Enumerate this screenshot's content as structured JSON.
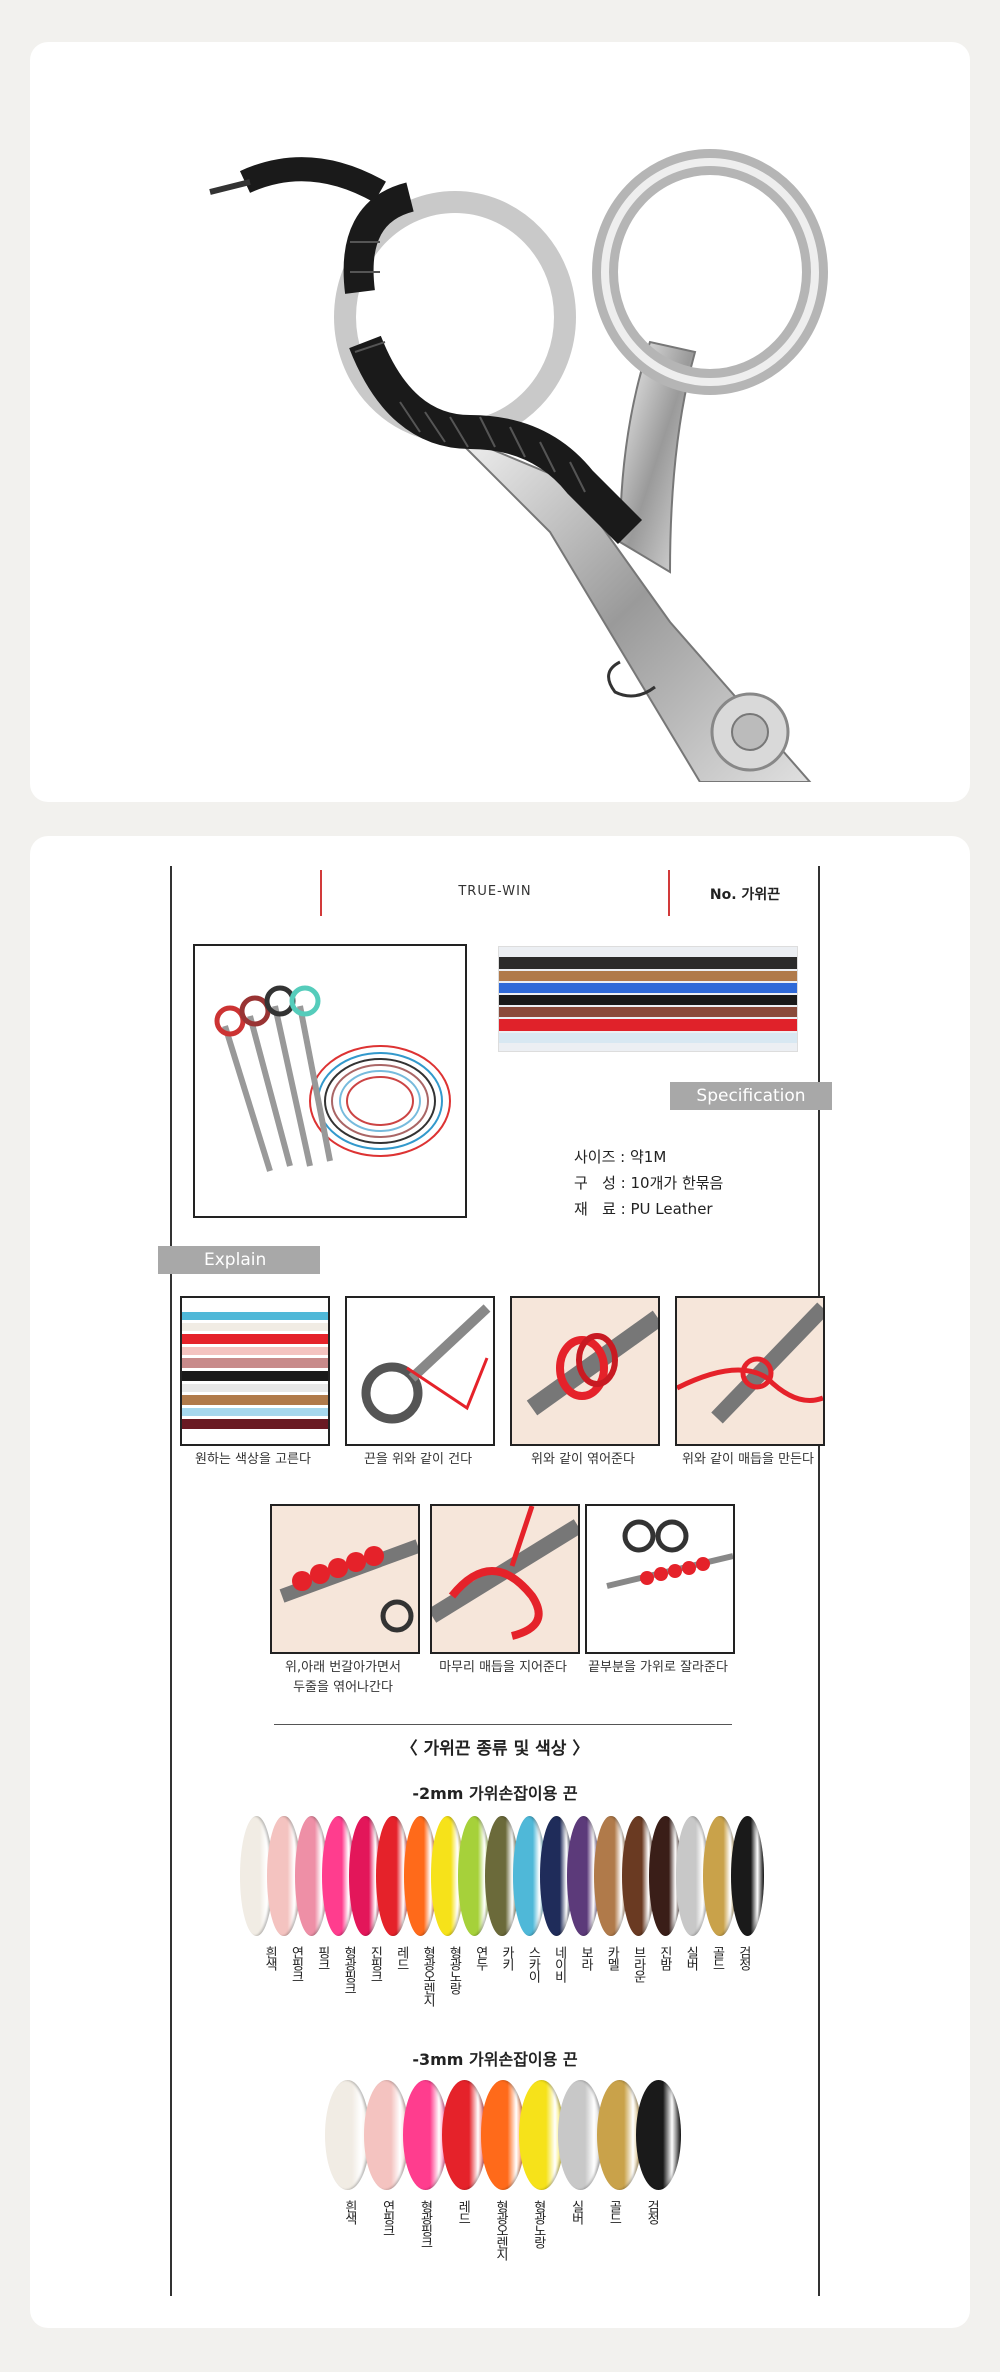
{
  "brand_header": "TRUE-WIN",
  "product_no": "No. 가위끈",
  "spec_label": "Specification",
  "spec": {
    "size": "사이즈 : 약1M",
    "composition": "구   성 : 10개가 한묶음",
    "material": "재   료 : PU Leather"
  },
  "explain_label": "Explain",
  "steps_row1": [
    "원하는 색상을 고른다",
    "끈을 위와 같이 건다",
    "위와 같이 엮어준다",
    "위와 같이 매듭을 만든다"
  ],
  "steps_row2": [
    {
      "line1": "위,아래 번갈아가면서",
      "line2": "두줄을 엮어나간다"
    },
    {
      "line1": "마무리 매듭을 지어준다",
      "line2": ""
    },
    {
      "line1": "끝부분을 가위로 잘라준다",
      "line2": ""
    }
  ],
  "types_title": "〈 가위끈 종류 및 색상 〉",
  "mm2_title": "-2mm 가위손잡이용 끈",
  "mm2_colors": [
    "흰색",
    "연핑크",
    "핑크",
    "형광핑크",
    "진핑크",
    "레드",
    "형광오렌지",
    "형광노랑",
    "연두",
    "카키",
    "스카이",
    "네이비",
    "보라",
    "카멜",
    "브라운",
    "진밤",
    "실버",
    "골드",
    "검정"
  ],
  "mm2_swatches": [
    "#f1ece4",
    "#f4c3c0",
    "#ee8fa6",
    "#ff3d8e",
    "#e3165a",
    "#e5222a",
    "#ff6a1a",
    "#f6e21a",
    "#a6d13a",
    "#6b6a3a",
    "#4fb8d8",
    "#1f2c5a",
    "#5c3a7a",
    "#b07a4a",
    "#6a3a22",
    "#3a1e18",
    "#c8c8c8",
    "#c9a24a",
    "#1a1a1a"
  ],
  "mm3_title": "-3mm 가위손잡이용 끈",
  "mm3_colors": [
    "흰색",
    "연핑크",
    "형광핑크",
    "레드",
    "형광오렌지",
    "형광노랑",
    "실버",
    "골드",
    "검정"
  ],
  "mm3_swatches": [
    "#f1ece4",
    "#f4c3c0",
    "#ff3d8e",
    "#e5222a",
    "#ff6a1a",
    "#f6e21a",
    "#c8c8c8",
    "#c9a24a",
    "#1a1a1a"
  ]
}
